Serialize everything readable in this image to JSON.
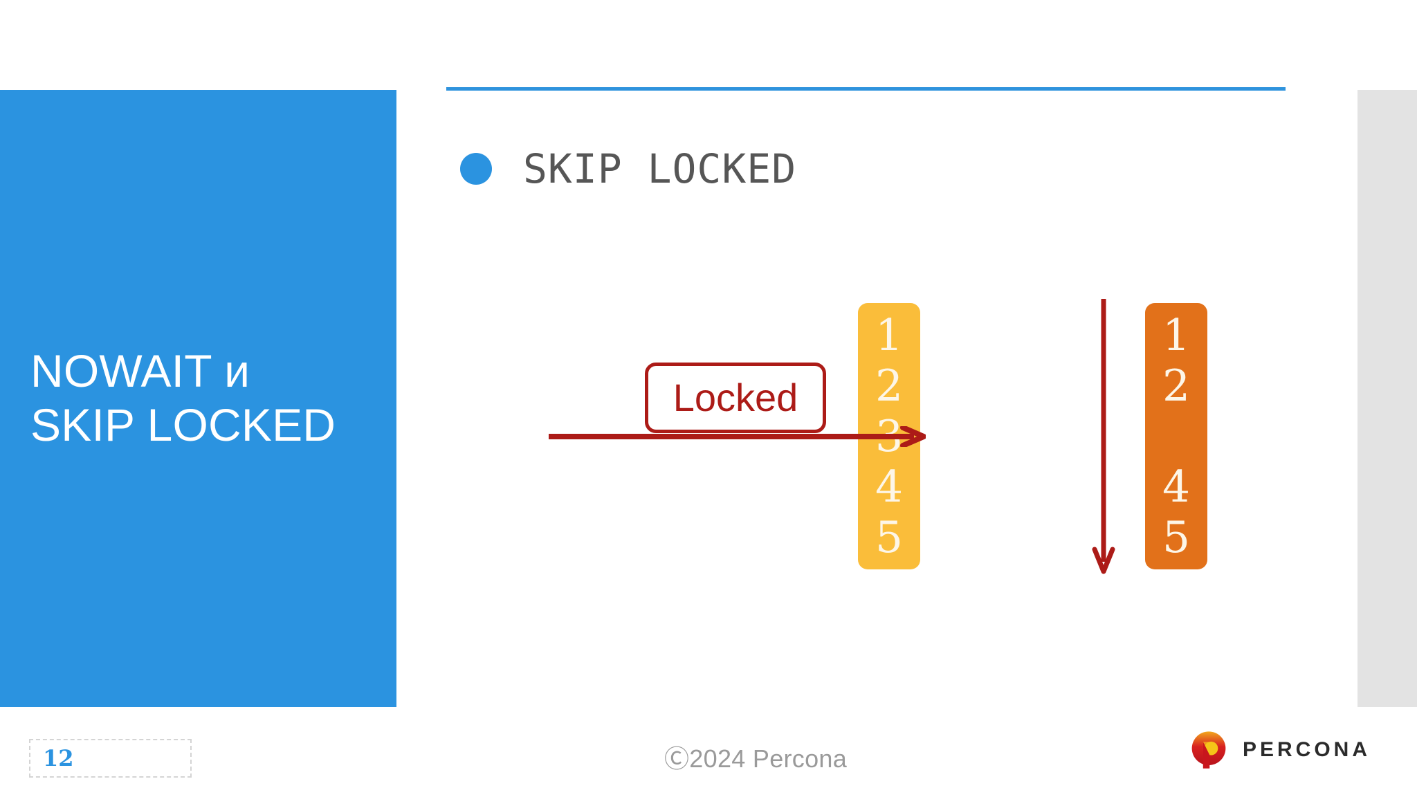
{
  "slide": {
    "page_number": "12",
    "copyright": "Ⓒ2024 Percona",
    "accent_blue": "#2b93e0",
    "rule_blue": "#2f93dd",
    "yellow": "#fabd3a",
    "orange": "#e2711a",
    "red": "#ac1b17",
    "gray_bar": "#e3e3e3"
  },
  "sidebar": {
    "title": "NOWAIT и\nSKIP LOCKED"
  },
  "content": {
    "bullet": {
      "icon": "bullet-dot-icon",
      "label": "SKIP LOCKED"
    }
  },
  "diagram": {
    "locked_label": "Locked",
    "horizontal_arrow": "horizontal-red-arrow-icon",
    "vertical_arrow": "vertical-red-arrow-icon",
    "columns": [
      {
        "name": "locked-rows-column",
        "color": "#fabd3a",
        "cells": [
          "1",
          "2",
          "3",
          "4",
          "5"
        ]
      },
      {
        "name": "skipped-rows-column",
        "color": "#e2711a",
        "cells": [
          "1",
          "2",
          "",
          "4",
          "5"
        ]
      }
    ]
  },
  "footer": {
    "logo_word": "PERCONA",
    "logo_mark": "percona-logo-icon"
  }
}
